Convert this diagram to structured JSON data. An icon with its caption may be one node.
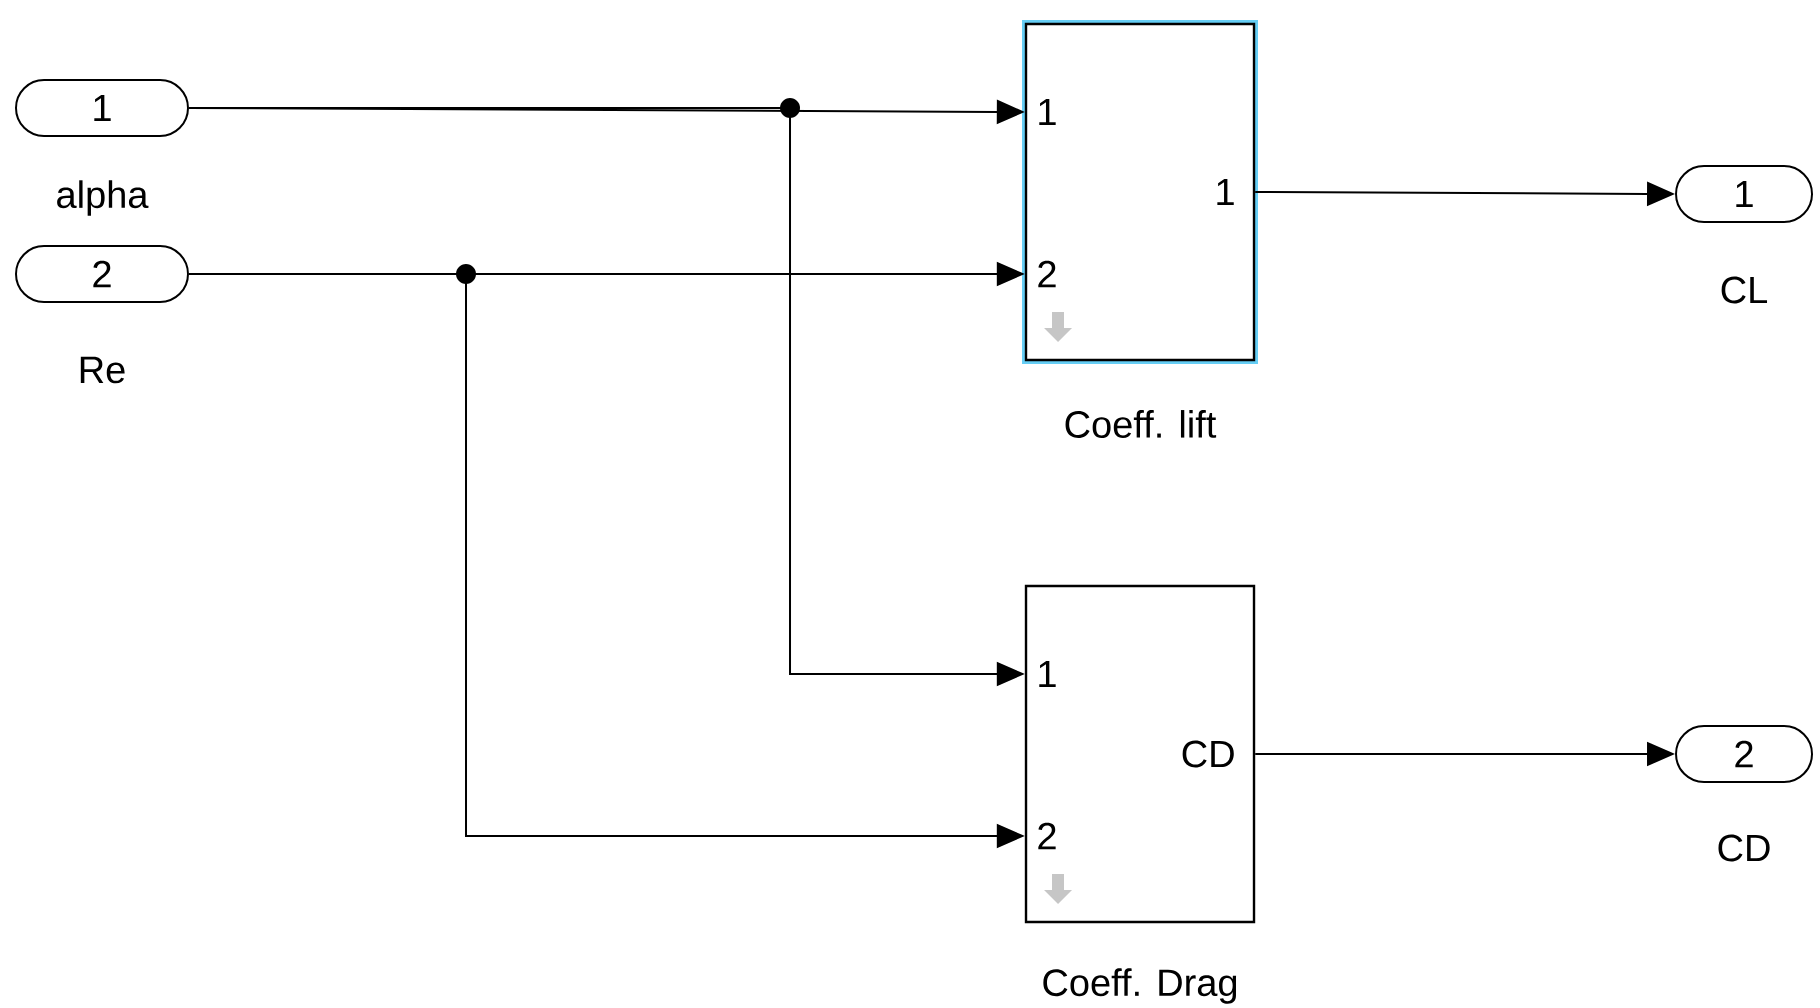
{
  "diagram": {
    "nodes": [
      {
        "text": [
          "1"
        ],
        "beside": [
          "alpha"
        ]
      },
      {
        "text": [
          "2"
        ],
        "beside": [
          "Re"
        ]
      },
      {
        "text": [
          "1",
          "2",
          "1"
        ],
        "beside": [
          "Coeff. lift"
        ]
      },
      {
        "text": [
          "1",
          "2",
          "CD"
        ],
        "beside": [
          "Coeff. Drag"
        ]
      },
      {
        "text": [
          "1"
        ],
        "beside": [
          "CL"
        ]
      },
      {
        "text": [
          "2"
        ],
        "beside": [
          "CD"
        ]
      }
    ],
    "edges": [
      {
        "from": 0,
        "to": 2,
        "arrow": "to"
      },
      {
        "from": 0,
        "to": 3,
        "arrow": "to"
      },
      {
        "from": 1,
        "to": 2,
        "arrow": "to"
      },
      {
        "from": 1,
        "to": 3,
        "arrow": "to"
      },
      {
        "from": 2,
        "to": 4,
        "arrow": "to"
      },
      {
        "from": 3,
        "to": 5,
        "arrow": "to"
      }
    ]
  }
}
